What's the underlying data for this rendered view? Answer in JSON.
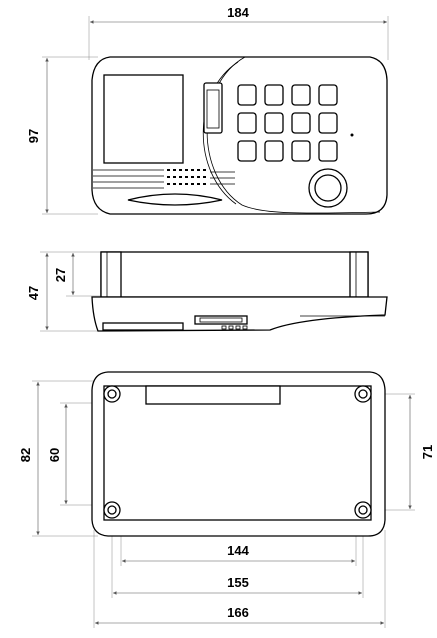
{
  "top_view": {
    "width_label": "184",
    "height_label": "97"
  },
  "side_view": {
    "body_height_label": "27",
    "total_height_label": "47"
  },
  "bottom_view": {
    "height_outer_label": "82",
    "height_inner_label": "60",
    "hole_spacing_vertical_label": "71",
    "inner_width_label": "144",
    "hole_spacing_horizontal_label": "155",
    "outer_width_label": "166"
  }
}
